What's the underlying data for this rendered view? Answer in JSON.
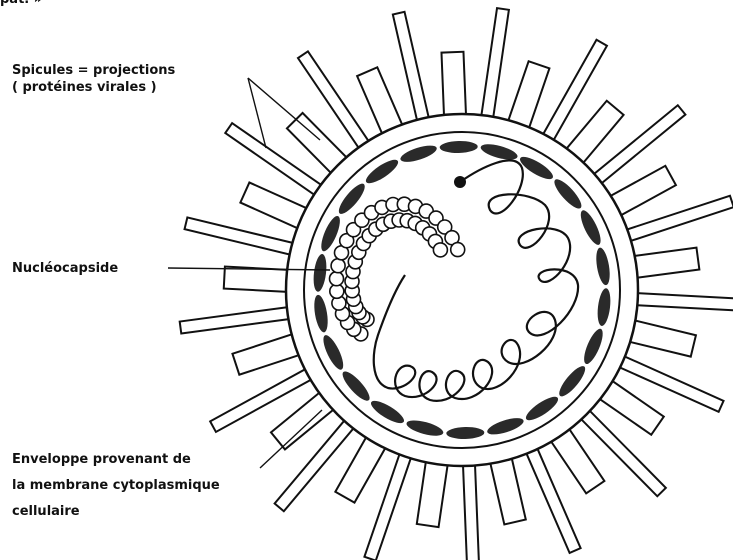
{
  "fragment_top": "pat. »",
  "labels": {
    "spicules_line1": "Spicules = projections",
    "spicules_line2": "( protéines virales )",
    "nucleocapside": "Nucléocapside",
    "enveloppe_line1": "Enveloppe provenant de",
    "enveloppe_line2": "la membrane cytoplasmique",
    "enveloppe_line3": "cellulaire"
  },
  "colors": {
    "ink": "#111111",
    "paper": "#ffffff"
  },
  "spike_count": 34,
  "envelope_lens_count": 22,
  "nucleocapsid_bead_count": 44
}
